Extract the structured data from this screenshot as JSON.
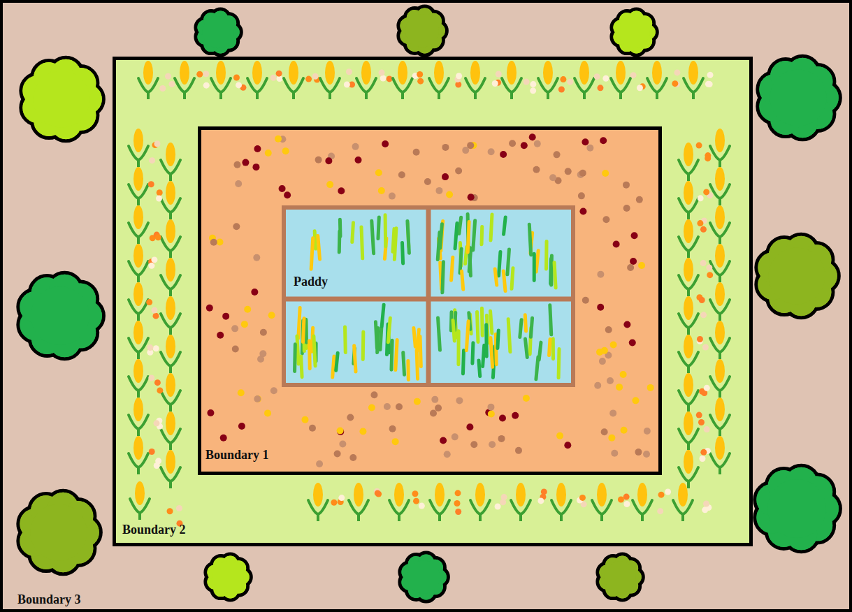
{
  "diagram": {
    "nodes": [
      {
        "text": [
          "Boundary 3"
        ]
      },
      {
        "text": [
          "Boundary 2"
        ],
        "in": 0
      },
      {
        "text": [
          "Boundary 1"
        ],
        "in": 1
      },
      {
        "text": [
          "Paddy"
        ],
        "in": 2
      }
    ]
  }
}
